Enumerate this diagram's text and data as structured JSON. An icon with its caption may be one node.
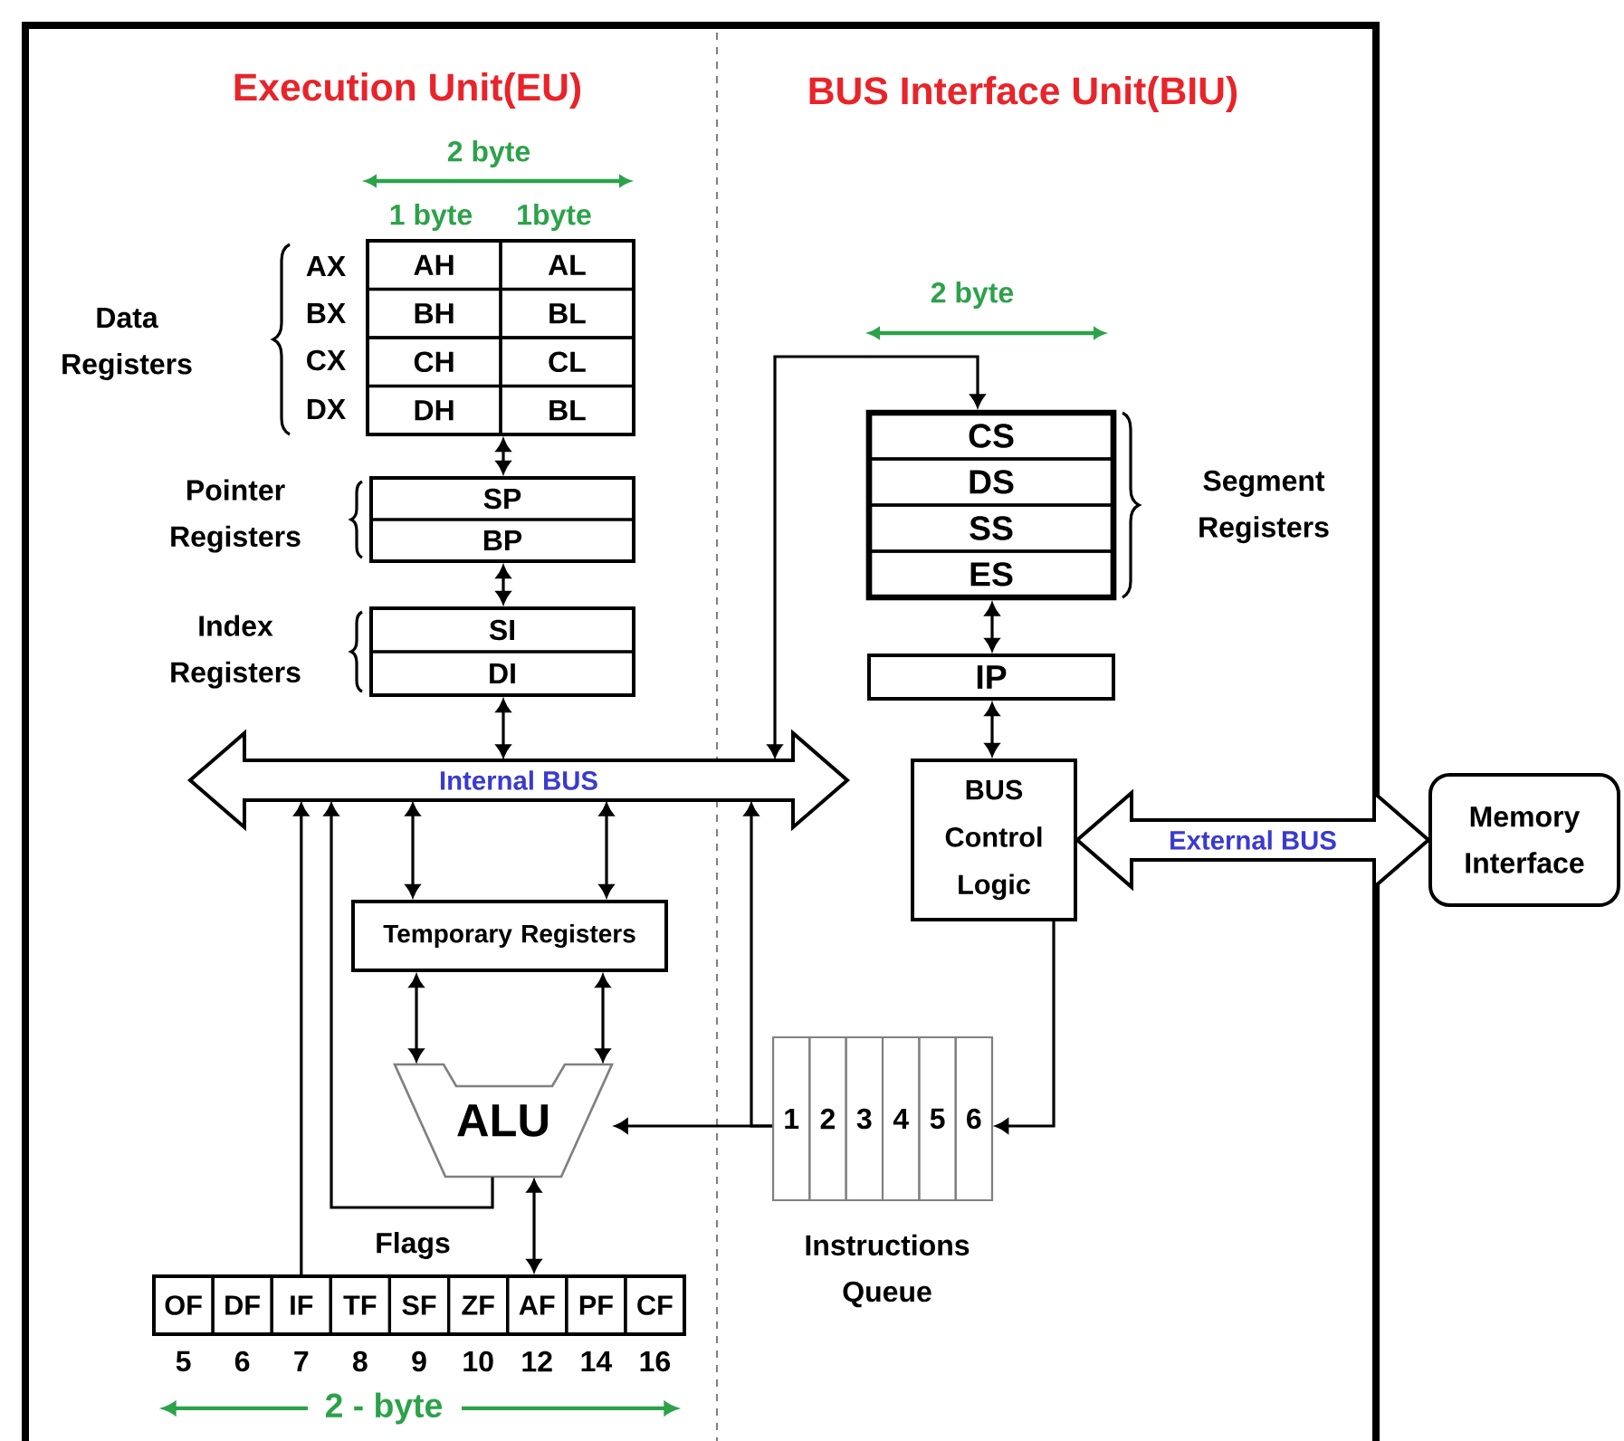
{
  "diagram": {
    "nodes": [
      {
        "text": [
          "AH",
          "AL",
          "BH",
          "BL",
          "CH",
          "CL",
          "DH",
          "BL"
        ],
        "beside": [
          "1 byte",
          "1byte",
          "AX",
          "BX",
          "CX",
          "DX"
        ]
      },
      {
        "text": [
          "SP",
          "BP"
        ]
      },
      {
        "text": [
          "SI",
          "DI"
        ]
      },
      {
        "text": [
          "Internal BUS"
        ]
      },
      {
        "text": [
          "Temporary Registers"
        ]
      },
      {
        "text": [
          "ALU"
        ]
      },
      {
        "text": [
          "Flags",
          "OF",
          "DF",
          "IF",
          "TF",
          "SF",
          "ZF",
          "AF",
          "PF",
          "CF"
        ],
        "beside": [
          "5",
          "6",
          "7",
          "8",
          "9",
          "10",
          "12",
          "14",
          "16"
        ]
      },
      {
        "text": [
          "CS",
          "DS",
          "SS",
          "ES"
        ]
      },
      {
        "text": [
          "IP"
        ]
      },
      {
        "text": [
          "BUS Control Logic"
        ]
      },
      {
        "text": [
          "Memory Interface"
        ]
      },
      {
        "text": [
          "1",
          "2",
          "3",
          "4",
          "5",
          "6",
          "Instructions Queue"
        ]
      }
    ],
    "edges": [
      {
        "from": 0,
        "to": 1,
        "arrow": "both"
      },
      {
        "from": 1,
        "to": 2,
        "arrow": "both"
      },
      {
        "from": 2,
        "to": 3,
        "arrow": "both"
      },
      {
        "from": 3,
        "to": 4,
        "arrow": "both"
      },
      {
        "from": 3,
        "to": 4,
        "arrow": "both"
      },
      {
        "from": 4,
        "to": 5,
        "arrow": "both"
      },
      {
        "from": 4,
        "to": 5,
        "arrow": "both"
      },
      {
        "from": 5,
        "to": 6,
        "arrow": "both"
      },
      {
        "from": 6,
        "to": 3,
        "arrow": "to"
      },
      {
        "from": 5,
        "to": 3,
        "arrow": "to"
      },
      {
        "from": 3,
        "to": 7,
        "arrow": "both"
      },
      {
        "from": 7,
        "to": 8,
        "arrow": "both"
      },
      {
        "from": 8,
        "to": 9,
        "arrow": "both"
      },
      {
        "from": 9,
        "to": 10,
        "arrow": "both",
        "label": "External BUS",
        "style": "thick"
      },
      {
        "from": 9,
        "to": 11,
        "arrow": "to"
      },
      {
        "from": 11,
        "to": 5,
        "arrow": "to"
      },
      {
        "from": 11,
        "to": 3,
        "arrow": "to"
      }
    ],
    "labels": [
      "Execution Unit(EU)",
      "BUS Interface Unit(BIU)",
      "2 byte",
      "Data Registers",
      "2 byte",
      "Pointer Registers",
      "Segment Registers",
      "Index Registers",
      "2 - byte"
    ]
  }
}
